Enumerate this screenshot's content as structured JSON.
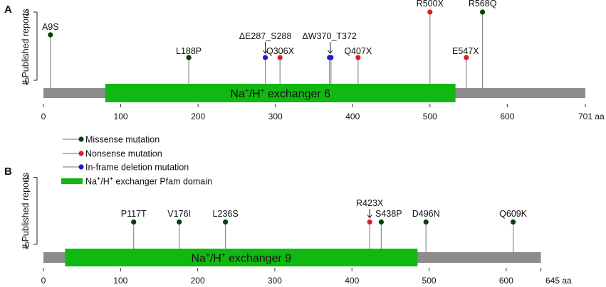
{
  "colors": {
    "missense": "#0b3d0b",
    "nonsense": "#e01b24",
    "inframe": "#1a1adb",
    "domain": "#12b812",
    "backbone": "#8c8c8c",
    "stem": "#8c8c8c"
  },
  "chart_data": [
    {
      "type": "lollipop",
      "panel": "A",
      "protein_length": 701,
      "length_label": "701 aa",
      "ylabel": "# Published reports",
      "ylim": [
        0,
        3
      ],
      "y_ticks": [
        0,
        3
      ],
      "x_ticks": [
        0,
        100,
        200,
        300,
        400,
        500,
        600
      ],
      "domain": {
        "label_main": "Na",
        "sup1": "+",
        "label_mid": "/H",
        "sup2": "+",
        "label_tail": " exchanger 6",
        "start": 80,
        "end": 533
      },
      "mutations": [
        {
          "label": "A9S",
          "pos": 9,
          "count": 2,
          "type": "missense"
        },
        {
          "label": "L188P",
          "pos": 188,
          "count": 1,
          "type": "missense"
        },
        {
          "label": "ΔE287_S288",
          "pos": 287,
          "count": 1,
          "type": "inframe",
          "arrow": true
        },
        {
          "label": "Q306X",
          "pos": 306,
          "count": 1,
          "type": "nonsense"
        },
        {
          "label": "ΔW370_T372",
          "pos": 370,
          "count": 1,
          "type": "inframe",
          "arrow": true
        },
        {
          "label": "",
          "pos": 372,
          "count": 1,
          "type": "inframe"
        },
        {
          "label": "Q407X",
          "pos": 407,
          "count": 1,
          "type": "nonsense"
        },
        {
          "label": "R500X",
          "pos": 500,
          "count": 3,
          "type": "nonsense"
        },
        {
          "label": "E547X",
          "pos": 547,
          "count": 1,
          "type": "nonsense"
        },
        {
          "label": "R568Q",
          "pos": 568,
          "count": 3,
          "type": "missense"
        }
      ]
    },
    {
      "type": "lollipop",
      "panel": "B",
      "protein_length": 645,
      "length_label": "645 aa",
      "ylabel": "# Published reports",
      "ylim": [
        0,
        3
      ],
      "y_ticks": [
        0,
        3
      ],
      "x_ticks": [
        0,
        100,
        200,
        300,
        400,
        500,
        600
      ],
      "domain": {
        "label_main": "Na",
        "sup1": "+",
        "label_mid": "/H",
        "sup2": "+",
        "label_tail": " exchanger 9",
        "start": 28,
        "end": 485
      },
      "mutations": [
        {
          "label": "P117T",
          "pos": 117,
          "count": 1,
          "type": "missense"
        },
        {
          "label": "V176I",
          "pos": 176,
          "count": 1,
          "type": "missense"
        },
        {
          "label": "L236S",
          "pos": 236,
          "count": 1,
          "type": "missense"
        },
        {
          "label": "R423X",
          "pos": 423,
          "count": 1,
          "type": "nonsense",
          "arrow": true
        },
        {
          "label": "S438P",
          "pos": 438,
          "count": 1,
          "type": "missense"
        },
        {
          "label": "D496N",
          "pos": 496,
          "count": 1,
          "type": "missense"
        },
        {
          "label": "Q609K",
          "pos": 609,
          "count": 1,
          "type": "missense"
        }
      ]
    }
  ],
  "legend": [
    {
      "type": "missense",
      "kind": "dot",
      "label": "Missense mutation"
    },
    {
      "type": "nonsense",
      "kind": "dot",
      "label": "Nonsense mutation"
    },
    {
      "type": "inframe",
      "kind": "dot",
      "label": "In-frame deletion mutation"
    },
    {
      "type": "domain",
      "kind": "bar",
      "label_main": "Na",
      "sup1": "+",
      "label_mid": "/H",
      "sup2": "+",
      "label_tail": " exchanger Pfam domain"
    }
  ]
}
